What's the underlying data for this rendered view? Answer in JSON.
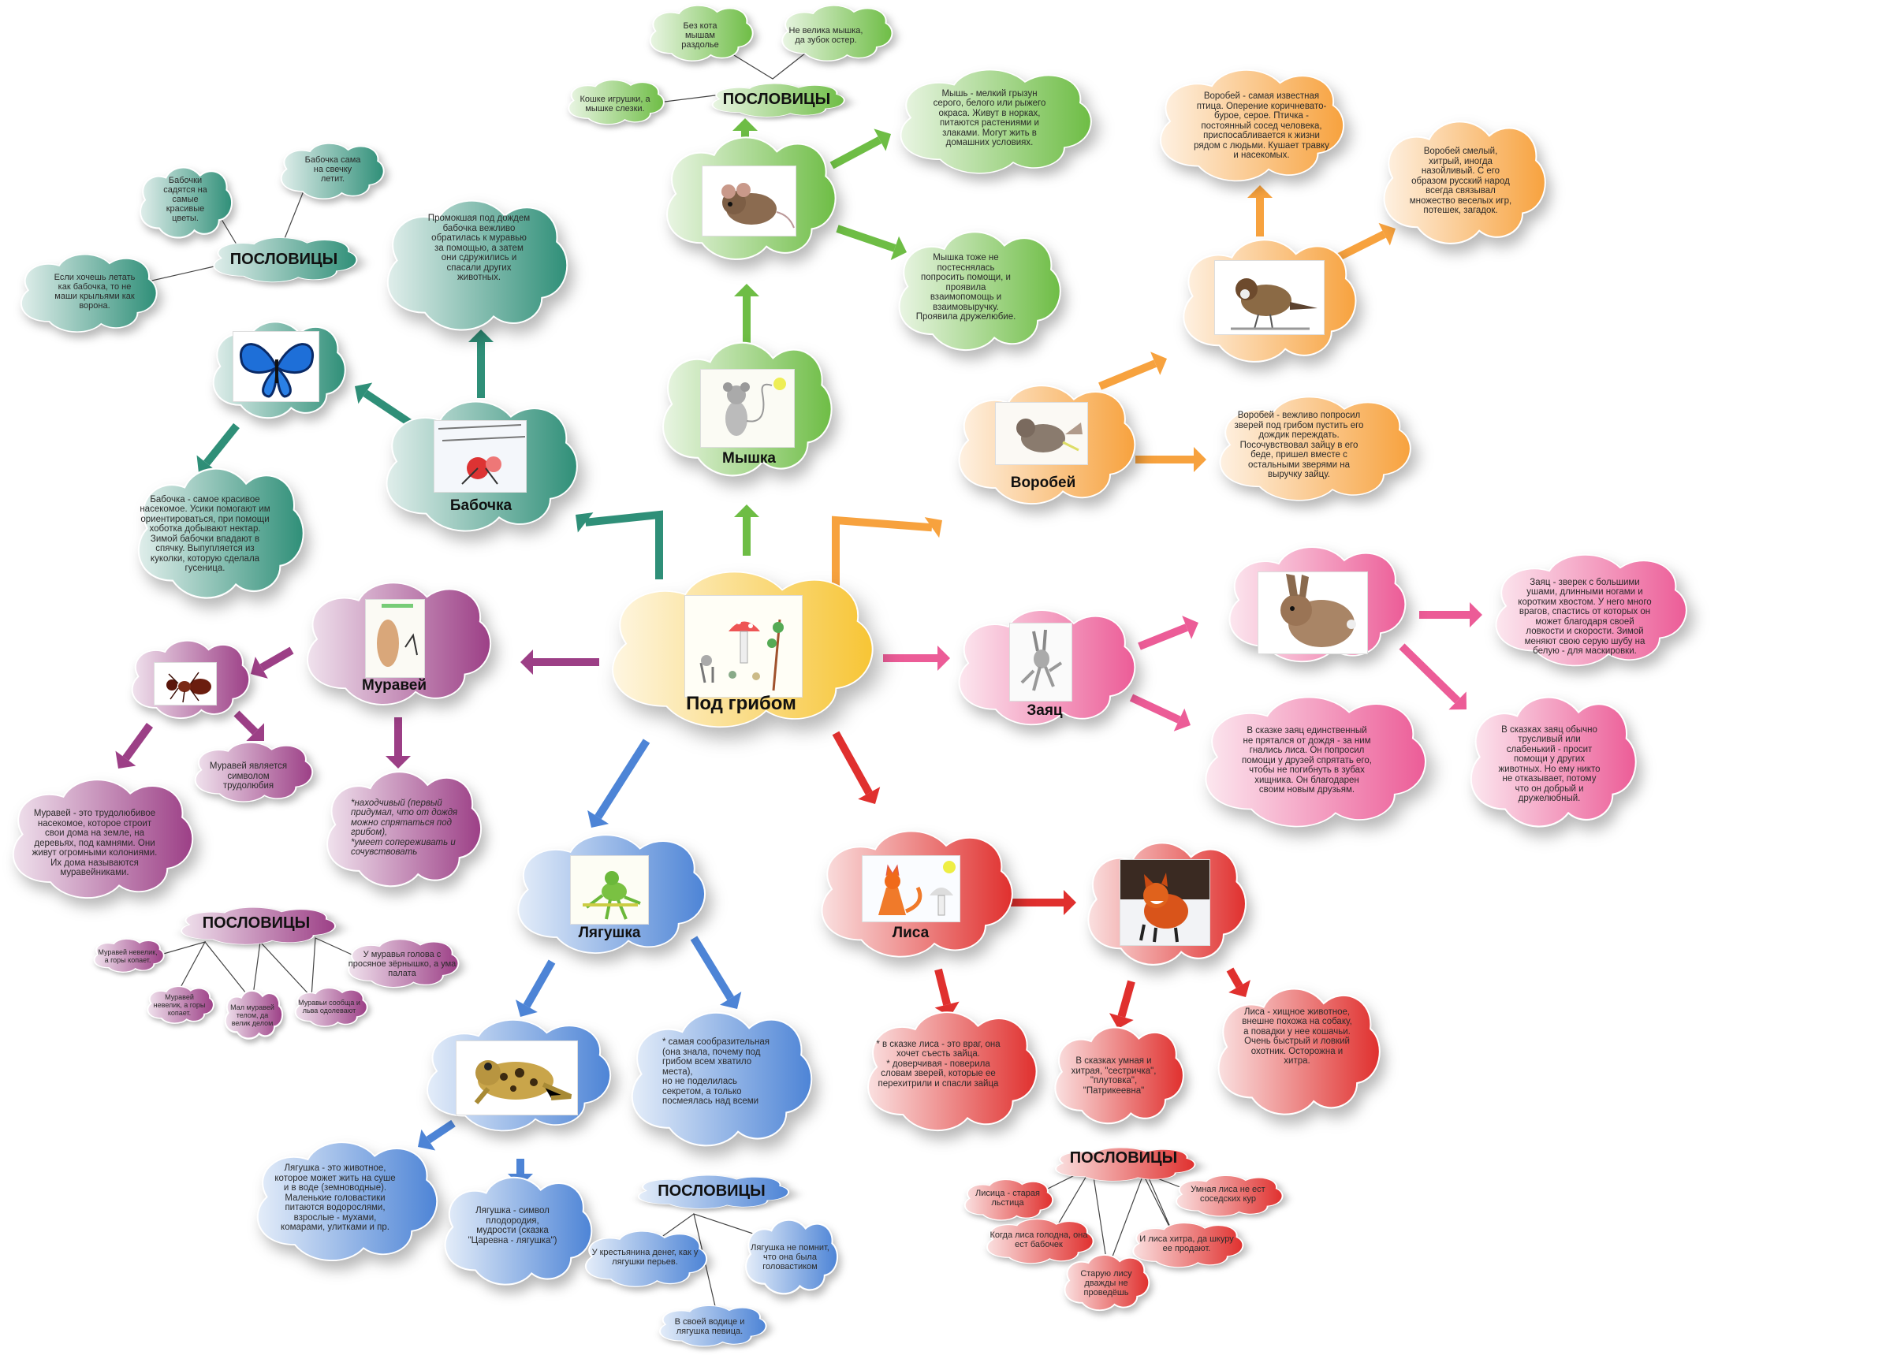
{
  "center": {
    "title": "Под грибом",
    "color": "#f7c535"
  },
  "branches": [
    {
      "id": "mouse",
      "title": "Мышка",
      "color": "#6ebd45",
      "facts": [
        "Мышь - мелкий грызун серого, белого или рыжего окраса. Живут в норках, питаются растениями  и злаками. Могут жить в домашних условиях.",
        "Мышка тоже не постеснялась попросить помощи, и проявила взаимопомощь и взаимовыручку. Проявила дружелюбие."
      ],
      "proverbs_title": "ПОСЛОВИЦЫ",
      "proverbs": [
        "Без кота мышам раздолье",
        "Не велика мышка, да зубок остер.",
        "Кошке игрушки, а мышке слезки."
      ]
    },
    {
      "id": "butterfly",
      "title": "Бабочка",
      "color": "#2f8f78",
      "facts": [
        "Промокшая под дождем бабочка вежливо обратилась к муравью за помощью, а затем они сдружились и спасали других животных.",
        "Бабочка - самое красивое насекомое. Усики помогают им ориентироваться, при помощи хоботка добывают нектар. Зимой бабочки впадают в спячку. Выпупляется из куколки, которую сделала гусеница."
      ],
      "proverbs_title": "ПОСЛОВИЦЫ",
      "proverbs": [
        "Бабочки садятся на самые красивые цветы.",
        "Бабочка сама на свечку летит.",
        "Если хочешь летать как бабочка, то не маши крыльями как ворона."
      ]
    },
    {
      "id": "sparrow",
      "title": "Воробей",
      "color": "#f7a23e",
      "facts": [
        "Воробей - самая известная птица. Оперение коричневато-бурое, серое. Птичка - постоянный сосед человека, приспосабливается к жизни рядом с людьми. Кушает травку и насекомых.",
        "Воробей смелый, хитрый, иногда назойливый. С его образом русский народ всегда связывал множество веселых игр, потешек, загадок.",
        "Воробей - вежливо попросил зверей под грибом пустить его дождик переждать. Посочувствовал зайцу в его беде, пришел вместе с остальными зверями на выручку зайцу."
      ]
    },
    {
      "id": "ant",
      "title": "Муравей",
      "color": "#9c3f86",
      "facts": [
        "Муравей является символом трудолюбия",
        "Муравей - это трудолюбивое насекомое, которое строит свои дома на земле, на деревьях, под камнями. Они живут огромными колониями. Их дома называются муравейниками.",
        "*находчивый (первый придумал, что от дождя можно спрятаться под грибом),\n*умеет сопереживать и сочувствовать"
      ],
      "proverbs_title": "ПОСЛОВИЦЫ",
      "proverbs": [
        "Муравей невелик, а горы копает.",
        "Муравей невелик, а горы копает.",
        "Мал муравей телом, да велик делом",
        "Муравьи сообща и льва одолевают",
        "У муравья голова с просяное зёрнышко, а ума палата"
      ]
    },
    {
      "id": "hare",
      "title": "Заяц",
      "color": "#ec5c97",
      "facts": [
        "Заяц - зверек с большими ушами, длинными ногами и коротким хвостом. У него много врагов, спастись от которых он может благодаря своей ловкости и скорости. Зимой меняют свою серую шубу на белую - для маскировки.",
        "В сказке заяц единственный не прятался от дождя - за ним гнались лиса. Он попросил помощи у друзей  спрятать его, чтобы не погибнуть в зубах хищника. Он благодарен своим новым друзьям.",
        "В сказках заяц обычно трусливый или слабенький - просит помощи у других животных. Но ему никто не отказывает, потому что он добрый и дружелюбный."
      ]
    },
    {
      "id": "frog",
      "title": "Лягушка",
      "color": "#4d84d6",
      "facts": [
        "* самая сообразительная (она знала, почему под грибом всем хватило места),\nно не поделилась секретом, а только посмеялась над всеми",
        "Лягушка - это животное, которое может жить на суше и в воде (земноводные). Маленькие головастики питаются водорослями, взрослые - мухами, комарами, улитками и пр.",
        "Лягушка - символ плодородия, мудрости (сказка \"Царевна - лягушка\")"
      ],
      "proverbs_title": "ПОСЛОВИЦЫ",
      "proverbs": [
        "У крестьянина денег, как у лягушки перьев.",
        "Лягушка не помнит, что она была головастиком",
        "В своей водице и лягушка певица."
      ]
    },
    {
      "id": "fox",
      "title": "Лиса",
      "color": "#e0302e",
      "facts": [
        "* в сказке  лиса - это враг, она хочет съесть зайца.\n* доверчивая - поверила словам зверей, которые ее перехитрили и спасли зайца",
        "В сказках умная и хитрая, \"сестричка\", \"плутовка\", \"Патрикеевна\"",
        "Лиса - хищное животное, внешне похожа на собаку, а повадки у нее кошачьи. Очень быстрый и ловкий охотник. Осторожна и хитра."
      ],
      "proverbs_title": "ПОСЛОВИЦЫ",
      "proverbs": [
        "Лисица - старая льстица",
        "Умная лиса не ест соседских кур",
        "Когда лиса голодна, она ест бабочек",
        "И лиса хитра, да шкуру ее продают.",
        "Старую лису дважды не проведёшь"
      ]
    }
  ]
}
